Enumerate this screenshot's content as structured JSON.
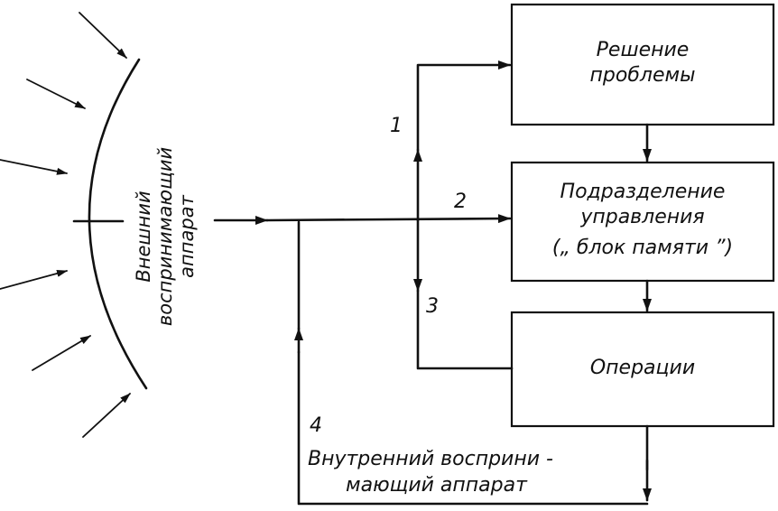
{
  "external_receptor": {
    "line1": "Внешний",
    "line2": "воспринимающий",
    "line3": "аппарат"
  },
  "boxes": {
    "problem_solving": {
      "line1": "Решение",
      "line2": "проблемы"
    },
    "control": {
      "line1": "Подразделение",
      "line2": "управления",
      "line3": "(„ блок  памяти ”)"
    },
    "operations": {
      "line1": "Операции"
    }
  },
  "paths": {
    "p1": "1",
    "p2": "2",
    "p3": "3",
    "p4": "4"
  },
  "internal_receptor": {
    "line1": "Внутренний  восприни -",
    "line2": "мающий  аппарат"
  }
}
